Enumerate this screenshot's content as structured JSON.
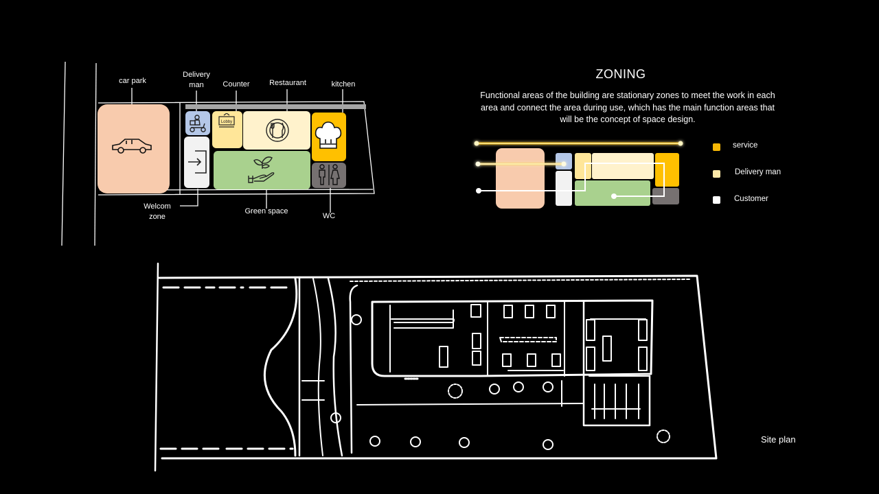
{
  "zoning": {
    "title": "ZONING",
    "description": "Functional areas of the building are stationary zones to meet the work in each area and connect the area during use, which has the main function areas that will be the concept of space design."
  },
  "legend": [
    {
      "label": "service",
      "color": "#f6b705"
    },
    {
      "label": "Delivery man",
      "color": "#fde8a8"
    },
    {
      "label": "Customer",
      "color": "#ffffff"
    }
  ],
  "zones": {
    "car_park": "car park",
    "delivery_man": "Delivery man",
    "counter": "Counter",
    "restaurant": "Restaurant",
    "kitchen": "kitchen",
    "welcome_zone": "Welcom zone",
    "green_space": "Green space",
    "wc": "WC"
  },
  "icons": {
    "lobby_sign": "Lobby"
  },
  "colors": {
    "car_park": "#f8cbad",
    "delivery": "#b4c7e7",
    "counter": "#ffe699",
    "restaurant": "#fff2cc",
    "kitchen": "#ffc000",
    "welcome": "#f2f2f2",
    "green": "#a9d18e",
    "wc": "#767171"
  },
  "site_plan": {
    "label": "Site plan"
  }
}
